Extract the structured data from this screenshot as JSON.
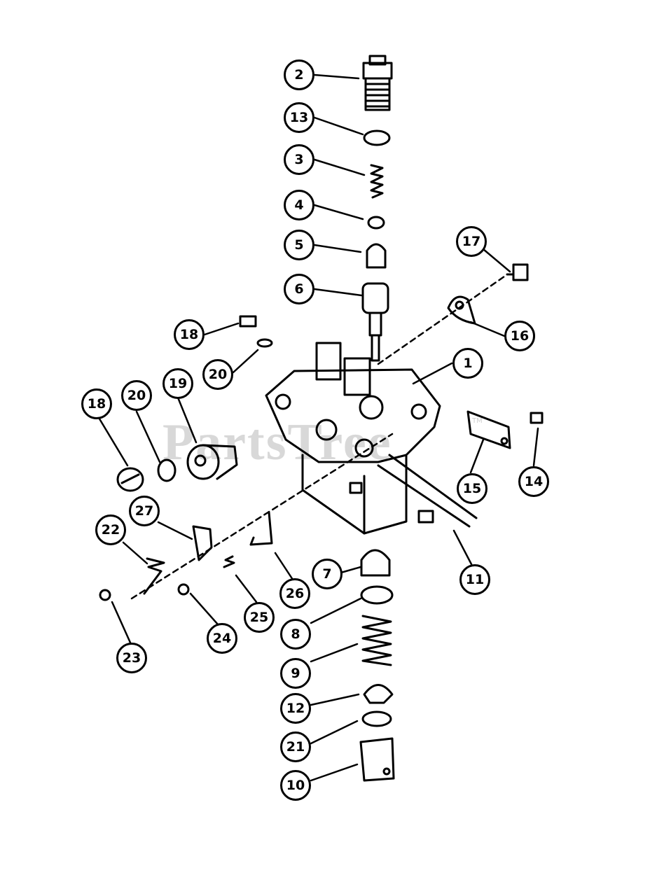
{
  "watermark": {
    "text": "PartsTree",
    "mark": "TM"
  },
  "callouts": [
    "2",
    "13",
    "3",
    "4",
    "5",
    "6",
    "17",
    "16",
    "18",
    "20",
    "1",
    "18",
    "20",
    "19",
    "15",
    "14",
    "27",
    "22",
    "26",
    "7",
    "11",
    "8",
    "25",
    "24",
    "23",
    "9",
    "12",
    "21",
    "10"
  ],
  "colors": {
    "line": "#000000",
    "background": "#ffffff",
    "watermark": "#d8d8d8"
  }
}
